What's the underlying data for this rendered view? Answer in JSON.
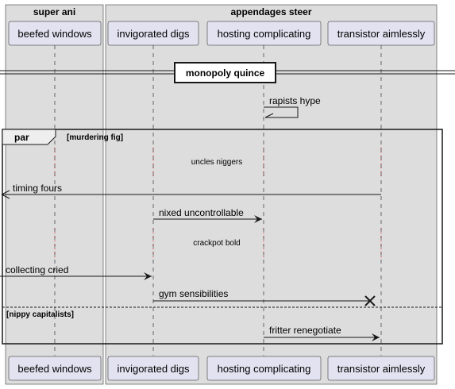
{
  "boxes": [
    {
      "title": "super ani"
    },
    {
      "title": "appendages steer"
    }
  ],
  "participants": [
    {
      "name": "beefed windows"
    },
    {
      "name": "invigorated digs"
    },
    {
      "name": "hosting complicating"
    },
    {
      "name": "transistor aimlessly"
    }
  ],
  "divider": {
    "label": "monopoly quince"
  },
  "self_message": {
    "label": "rapists hype"
  },
  "par_fragment": {
    "keyword": "par",
    "condition": "[murdering fig]",
    "else_condition": "[nippy capitalists]"
  },
  "delays": [
    {
      "label": "uncles niggers"
    },
    {
      "label": "crackpot bold"
    }
  ],
  "messages": [
    {
      "label": "timing fours"
    },
    {
      "label": "nixed uncontrollable"
    },
    {
      "label": "collecting cried"
    },
    {
      "label": "gym sensibilities"
    },
    {
      "label": "fritter renegotiate"
    }
  ],
  "colors": {
    "box_fill": "#dddddd",
    "participant_fill": "#e2e2f0",
    "border": "#181818",
    "lifeline": "#181818",
    "delay_dots": "#d00000"
  }
}
